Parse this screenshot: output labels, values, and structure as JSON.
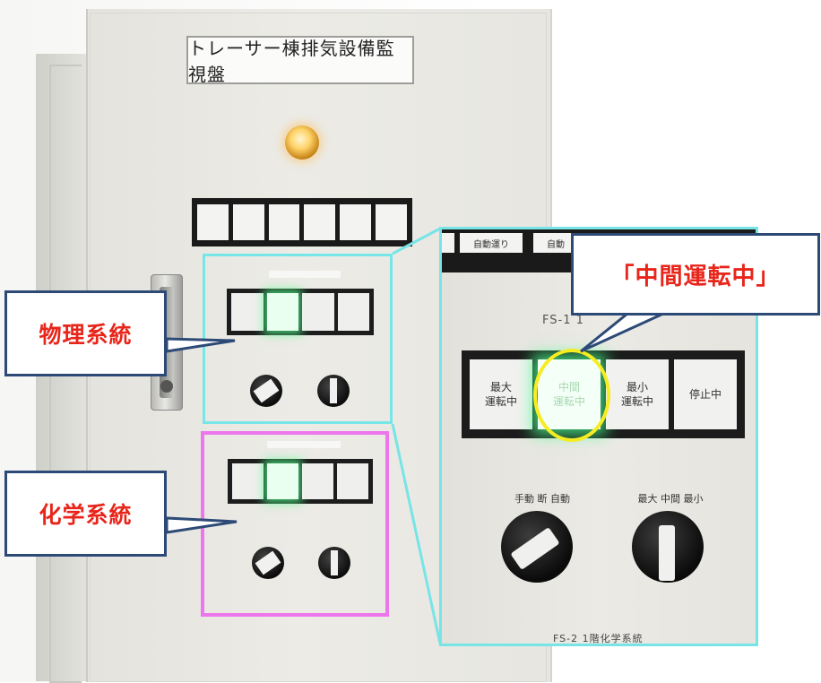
{
  "panel": {
    "nameplate": "トレーサー棟排気設備監視盤"
  },
  "callouts": {
    "physics": "物理系統",
    "chemistry": "化学系統",
    "mid_operation": "「中間運転中」"
  },
  "zoom": {
    "top_labels": [
      "自動運り",
      "自動"
    ],
    "fs1_title": "FS-1 1",
    "indicators": [
      {
        "label": "最大\n運転中",
        "lit": false
      },
      {
        "label": "中間\n運転中",
        "lit": true
      },
      {
        "label": "最小\n運転中",
        "lit": false
      },
      {
        "label": "停止中",
        "lit": false
      }
    ],
    "left_switch_tag": "手動 断 自動",
    "right_switch_tag": "最大 中間 最小",
    "fs2_title": "FS-2 1階化学系統"
  },
  "colors": {
    "cyan_box": "#76e6e8",
    "magenta_box": "#ee76ec",
    "callout_text": "#e8251a",
    "callout_border": "#2d4a77",
    "yellow_ring": "#f6ec22"
  }
}
